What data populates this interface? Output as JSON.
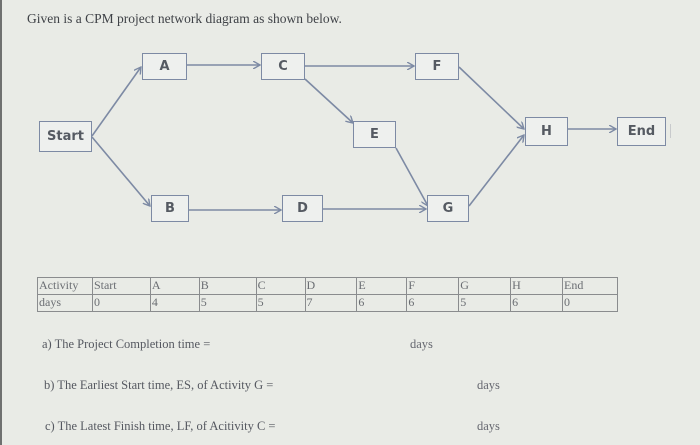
{
  "intro_text": "Given is a CPM project network diagram as shown below.",
  "diagram": {
    "nodes": {
      "start": "Start",
      "a": "A",
      "b": "B",
      "c": "C",
      "d": "D",
      "e": "E",
      "f": "F",
      "g": "G",
      "h": "H",
      "end": "End"
    },
    "edges": [
      [
        "Start",
        "A"
      ],
      [
        "Start",
        "B"
      ],
      [
        "A",
        "C"
      ],
      [
        "B",
        "D"
      ],
      [
        "C",
        "F"
      ],
      [
        "C",
        "E"
      ],
      [
        "D",
        "G"
      ],
      [
        "E",
        "G"
      ],
      [
        "F",
        "H"
      ],
      [
        "G",
        "H"
      ],
      [
        "H",
        "End"
      ]
    ],
    "colors": {
      "node_border": "#7d8aa4",
      "edge": "#7d8aa4"
    }
  },
  "table": {
    "header": [
      "Activity",
      "Start",
      "A",
      "B",
      "C",
      "D",
      "E",
      "F",
      "G",
      "H",
      "End"
    ],
    "row": [
      "days",
      "0",
      "4",
      "5",
      "5",
      "7",
      "6",
      "6",
      "5",
      "6",
      "0"
    ]
  },
  "questions": {
    "a": {
      "label": "a) The Project Completion time =",
      "unit": "days"
    },
    "b": {
      "label": "b) The Earliest Start time, ES, of Activity G =",
      "unit": "days"
    },
    "c": {
      "label": "c) The Latest Finish time, LF, of Acitivity C =",
      "unit": "days"
    }
  }
}
